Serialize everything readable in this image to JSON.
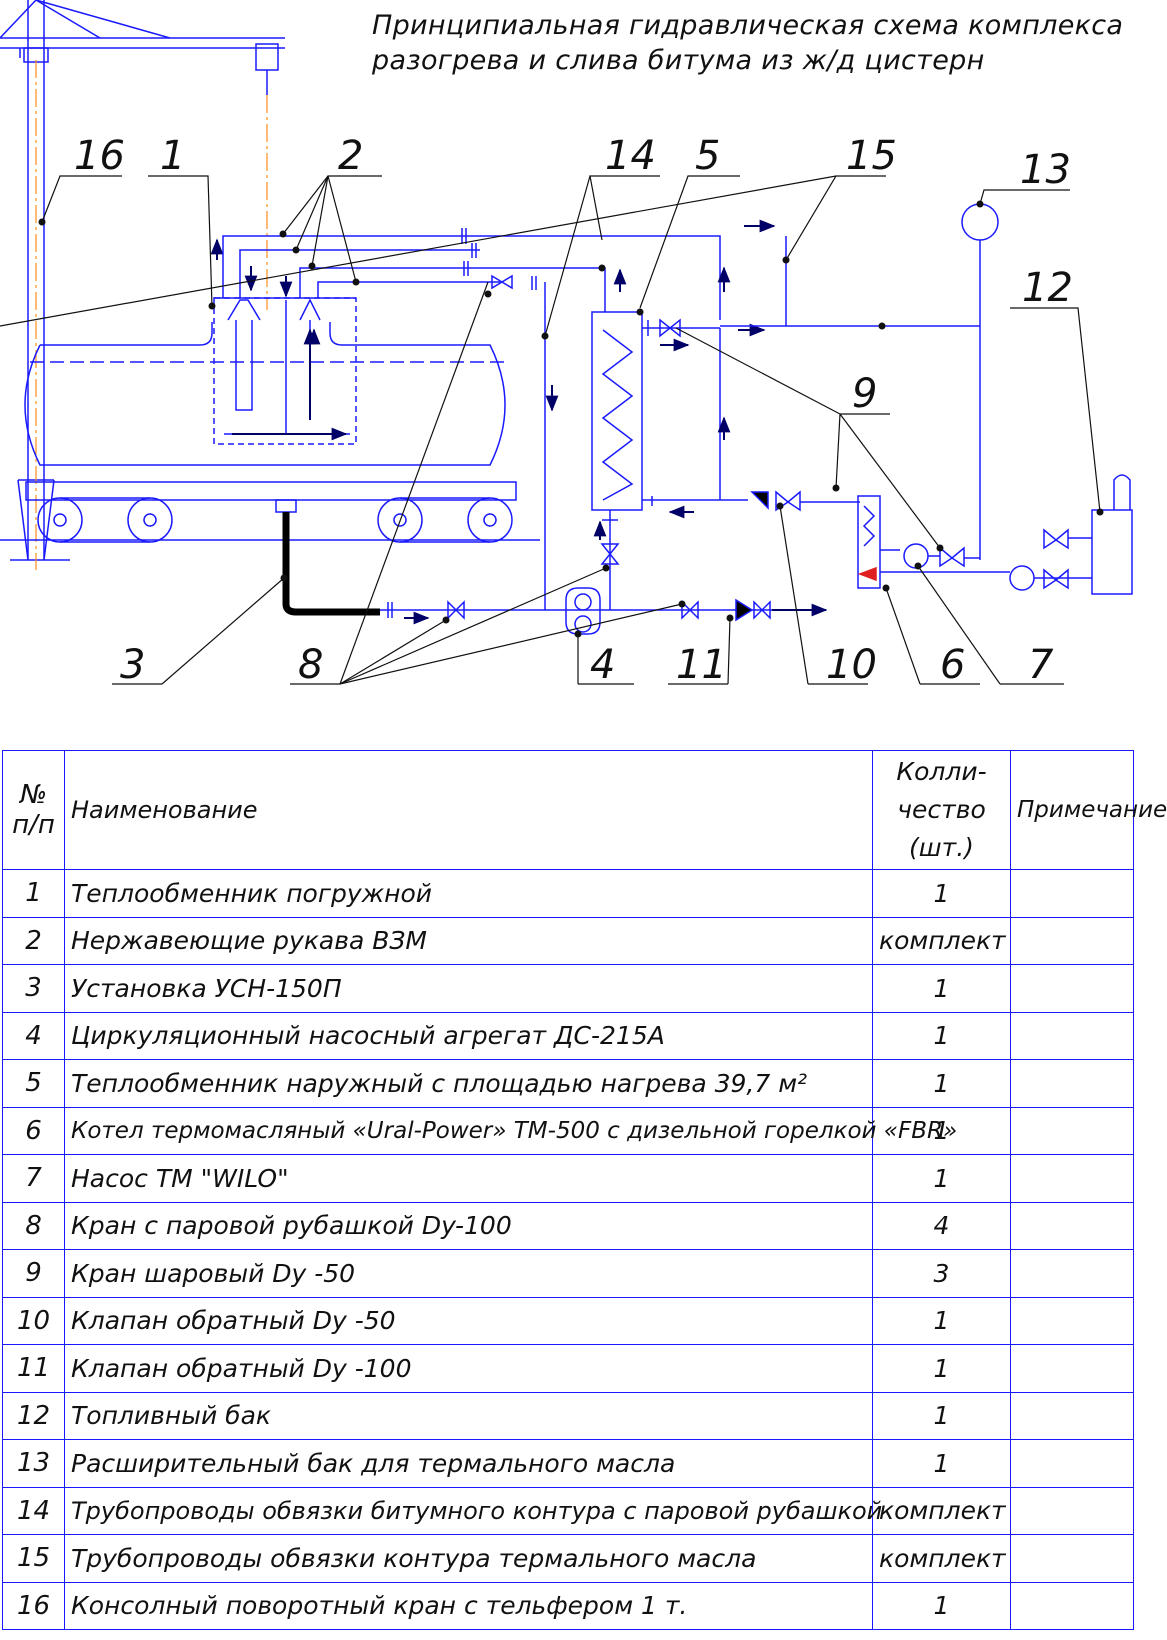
{
  "diagram": {
    "title_line1": "Принципиальная гидравлическая схема комплекса",
    "title_line2": "разогрева и слива битума из ж/д цистерн",
    "callouts": [
      "1",
      "2",
      "3",
      "4",
      "5",
      "6",
      "7",
      "8",
      "9",
      "10",
      "11",
      "12",
      "13",
      "14",
      "15",
      "16"
    ],
    "colors": {
      "lines": "#1a1aff",
      "leader": "#111111",
      "crane_axis": "#ff8c1a",
      "burner": "#e02020",
      "pipe_dark": "#000000"
    }
  },
  "table": {
    "headers": {
      "num": [
        "№",
        "п/п"
      ],
      "name": "Наименование",
      "qty": [
        "Колли-",
        "чество",
        "(шт.)"
      ],
      "note": "Примечание"
    },
    "rows": [
      {
        "num": "1",
        "name": "Теплообменник погружной",
        "qty": "1",
        "note": ""
      },
      {
        "num": "2",
        "name": "Нержавеющие рукава ВЗМ",
        "qty": "комплект",
        "note": ""
      },
      {
        "num": "3",
        "name": "Установка УСН-150П",
        "qty": "1",
        "note": ""
      },
      {
        "num": "4",
        "name": "Циркуляционный насосный агрегат ДС-215А",
        "qty": "1",
        "note": ""
      },
      {
        "num": "5",
        "name": "Теплообменник наружный с площадью нагрева 39,7 м²",
        "qty": "1",
        "note": ""
      },
      {
        "num": "6",
        "name": "Котел термомасляный «Ural-Power» ТМ-500 с дизельной горелкой «FBR»",
        "qty": "1",
        "note": ""
      },
      {
        "num": "7",
        "name": "Насос ТМ \"WILO\"",
        "qty": "1",
        "note": ""
      },
      {
        "num": "8",
        "name": "Кран с паровой рубашкой Dy-100",
        "qty": "4",
        "note": ""
      },
      {
        "num": "9",
        "name": "Кран шаровый Dy -50",
        "qty": "3",
        "note": ""
      },
      {
        "num": "10",
        "name": "Клапан обратный  Dy -50",
        "qty": "1",
        "note": ""
      },
      {
        "num": "11",
        "name": "Клапан обратный  Dy -100",
        "qty": "1",
        "note": ""
      },
      {
        "num": "12",
        "name": "Топливный бак",
        "qty": "1",
        "note": ""
      },
      {
        "num": "13",
        "name": "Расширительный бак для термального масла",
        "qty": "1",
        "note": ""
      },
      {
        "num": "14",
        "name": "Трубопроводы обвязки битумного контура с паровой рубашкой",
        "qty": "комплект",
        "note": ""
      },
      {
        "num": "15",
        "name": "Трубопроводы обвязки  контура термального масла",
        "qty": "комплект",
        "note": ""
      },
      {
        "num": "16",
        "name": "Консолный поворотный кран с тельфером 1 т.",
        "qty": "1",
        "note": ""
      }
    ]
  }
}
